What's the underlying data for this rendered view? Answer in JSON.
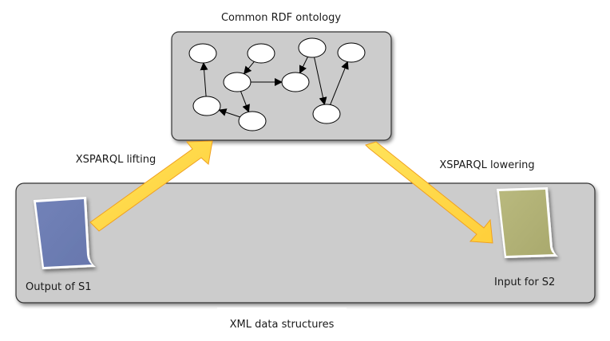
{
  "diagram": {
    "ontology": {
      "title": "Common RDF ontology",
      "nodes": [
        {
          "id": "A"
        },
        {
          "id": "B"
        },
        {
          "id": "C"
        },
        {
          "id": "D"
        },
        {
          "id": "E"
        },
        {
          "id": "F"
        },
        {
          "id": "G"
        },
        {
          "id": "H"
        },
        {
          "id": "I"
        }
      ],
      "edges": [
        {
          "from": "B",
          "to": "E"
        },
        {
          "from": "E",
          "to": "F"
        },
        {
          "from": "E",
          "to": "H"
        },
        {
          "from": "H",
          "to": "G"
        },
        {
          "from": "G",
          "to": "A"
        },
        {
          "from": "C",
          "to": "F"
        },
        {
          "from": "C",
          "to": "I"
        },
        {
          "from": "I",
          "to": "D"
        }
      ]
    },
    "xml_layer": {
      "label": "XML data structures",
      "left_doc": {
        "label": "Output of S1",
        "color": "#7584b8"
      },
      "right_doc": {
        "label": "Input for S2",
        "color": "#b6b67a"
      }
    },
    "arrows": {
      "lifting": {
        "label": "XSPARQL lifting"
      },
      "lowering": {
        "label": "XSPARQL lowering"
      },
      "color": "#ffd84a",
      "stroke": "#f0a020"
    },
    "colors": {
      "box_fill": "#cccccc",
      "box_stroke": "#333333"
    }
  }
}
